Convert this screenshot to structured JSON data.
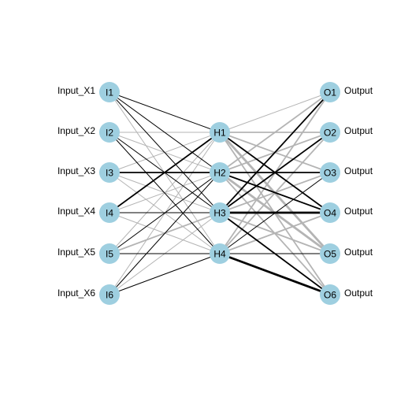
{
  "diagram": {
    "type": "neural-network",
    "node_color": "#9ecfe0",
    "input_nodes": [
      "I1",
      "I2",
      "I3",
      "I4",
      "I5",
      "I6"
    ],
    "hidden_nodes": [
      "H1",
      "H2",
      "H3",
      "H4"
    ],
    "output_nodes": [
      "O1",
      "O2",
      "O3",
      "O4",
      "O5",
      "O6"
    ],
    "input_labels": [
      "Input_X1",
      "Input_X2",
      "Input_X3",
      "Input_X4",
      "Input_X5",
      "Input_X6"
    ],
    "output_labels": [
      "Output",
      "Output",
      "Output",
      "Output",
      "Output",
      "Output"
    ],
    "edges_input_hidden": [
      {
        "from": "I1",
        "to": "H1",
        "color": "black",
        "weight": "thin"
      },
      {
        "from": "I1",
        "to": "H2",
        "color": "black",
        "weight": "thin"
      },
      {
        "from": "I1",
        "to": "H3",
        "color": "black",
        "weight": "thin"
      },
      {
        "from": "I1",
        "to": "H4",
        "color": "grey",
        "weight": "thin"
      },
      {
        "from": "I2",
        "to": "H1",
        "color": "grey",
        "weight": "thin"
      },
      {
        "from": "I2",
        "to": "H2",
        "color": "grey",
        "weight": "thin"
      },
      {
        "from": "I2",
        "to": "H3",
        "color": "black",
        "weight": "thin"
      },
      {
        "from": "I2",
        "to": "H4",
        "color": "black",
        "weight": "thin"
      },
      {
        "from": "I3",
        "to": "H1",
        "color": "grey",
        "weight": "thin"
      },
      {
        "from": "I3",
        "to": "H2",
        "color": "black",
        "weight": "medium"
      },
      {
        "from": "I3",
        "to": "H3",
        "color": "grey",
        "weight": "thin"
      },
      {
        "from": "I3",
        "to": "H4",
        "color": "grey",
        "weight": "thin"
      },
      {
        "from": "I4",
        "to": "H1",
        "color": "black",
        "weight": "medium"
      },
      {
        "from": "I4",
        "to": "H2",
        "color": "grey",
        "weight": "thin"
      },
      {
        "from": "I4",
        "to": "H3",
        "color": "black",
        "weight": "thin"
      },
      {
        "from": "I4",
        "to": "H4",
        "color": "grey",
        "weight": "thin"
      },
      {
        "from": "I5",
        "to": "H1",
        "color": "grey",
        "weight": "thin"
      },
      {
        "from": "I5",
        "to": "H2",
        "color": "black",
        "weight": "thin"
      },
      {
        "from": "I5",
        "to": "H3",
        "color": "grey",
        "weight": "medium"
      },
      {
        "from": "I5",
        "to": "H4",
        "color": "black",
        "weight": "thin"
      },
      {
        "from": "I6",
        "to": "H1",
        "color": "grey",
        "weight": "thin"
      },
      {
        "from": "I6",
        "to": "H2",
        "color": "black",
        "weight": "thin"
      },
      {
        "from": "I6",
        "to": "H3",
        "color": "grey",
        "weight": "thin"
      },
      {
        "from": "I6",
        "to": "H4",
        "color": "black",
        "weight": "thin"
      }
    ],
    "edges_hidden_output": [
      {
        "from": "H1",
        "to": "O1",
        "color": "grey",
        "weight": "thin"
      },
      {
        "from": "H1",
        "to": "O2",
        "color": "grey",
        "weight": "medium"
      },
      {
        "from": "H1",
        "to": "O3",
        "color": "grey",
        "weight": "medium"
      },
      {
        "from": "H1",
        "to": "O4",
        "color": "black",
        "weight": "medium"
      },
      {
        "from": "H1",
        "to": "O5",
        "color": "grey",
        "weight": "thick"
      },
      {
        "from": "H1",
        "to": "O6",
        "color": "grey",
        "weight": "medium"
      },
      {
        "from": "H2",
        "to": "O1",
        "color": "grey",
        "weight": "medium"
      },
      {
        "from": "H2",
        "to": "O2",
        "color": "grey",
        "weight": "medium"
      },
      {
        "from": "H2",
        "to": "O3",
        "color": "black",
        "weight": "medium"
      },
      {
        "from": "H2",
        "to": "O4",
        "color": "black",
        "weight": "medium"
      },
      {
        "from": "H2",
        "to": "O5",
        "color": "grey",
        "weight": "thick"
      },
      {
        "from": "H2",
        "to": "O6",
        "color": "grey",
        "weight": "medium"
      },
      {
        "from": "H3",
        "to": "O1",
        "color": "black",
        "weight": "medium"
      },
      {
        "from": "H3",
        "to": "O2",
        "color": "black",
        "weight": "medium"
      },
      {
        "from": "H3",
        "to": "O3",
        "color": "grey",
        "weight": "medium"
      },
      {
        "from": "H3",
        "to": "O4",
        "color": "black",
        "weight": "thick"
      },
      {
        "from": "H3",
        "to": "O5",
        "color": "grey",
        "weight": "medium"
      },
      {
        "from": "H3",
        "to": "O6",
        "color": "black",
        "weight": "medium"
      },
      {
        "from": "H4",
        "to": "O1",
        "color": "grey",
        "weight": "medium"
      },
      {
        "from": "H4",
        "to": "O2",
        "color": "grey",
        "weight": "medium"
      },
      {
        "from": "H4",
        "to": "O3",
        "color": "black",
        "weight": "thin"
      },
      {
        "from": "H4",
        "to": "O4",
        "color": "grey",
        "weight": "medium"
      },
      {
        "from": "H4",
        "to": "O5",
        "color": "black",
        "weight": "thin"
      },
      {
        "from": "H4",
        "to": "O6",
        "color": "black",
        "weight": "thick"
      }
    ]
  }
}
